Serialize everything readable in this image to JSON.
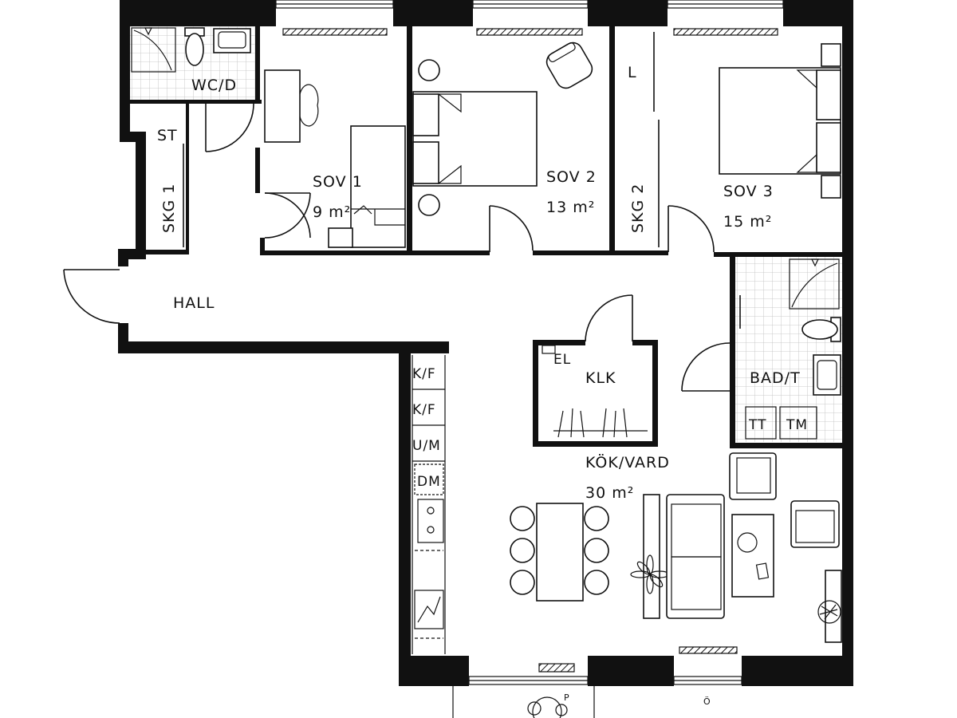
{
  "rooms": {
    "wc": {
      "name": "WC/D"
    },
    "st": {
      "name": "ST"
    },
    "skg1": {
      "name": "SKG 1"
    },
    "sov1": {
      "name": "SOV 1",
      "area": "9 m²"
    },
    "sov2": {
      "name": "SOV 2",
      "area": "13 m²"
    },
    "l": {
      "name": "L"
    },
    "skg2": {
      "name": "SKG 2"
    },
    "sov3": {
      "name": "SOV 3",
      "area": "15 m²"
    },
    "hall": {
      "name": "HALL"
    },
    "klk": {
      "name": "KLK"
    },
    "el": {
      "name": "EL"
    },
    "bad": {
      "name": "BAD/T"
    },
    "tt": {
      "name": "TT"
    },
    "tm": {
      "name": "TM"
    },
    "kok": {
      "name": "KÖK/VARD",
      "area": "30 m²"
    }
  },
  "kitchen": {
    "kf1": "K/F",
    "kf2": "K/F",
    "um": "U/M",
    "dm": "DM"
  },
  "balcony": {
    "p": "P",
    "o": "Ö"
  }
}
